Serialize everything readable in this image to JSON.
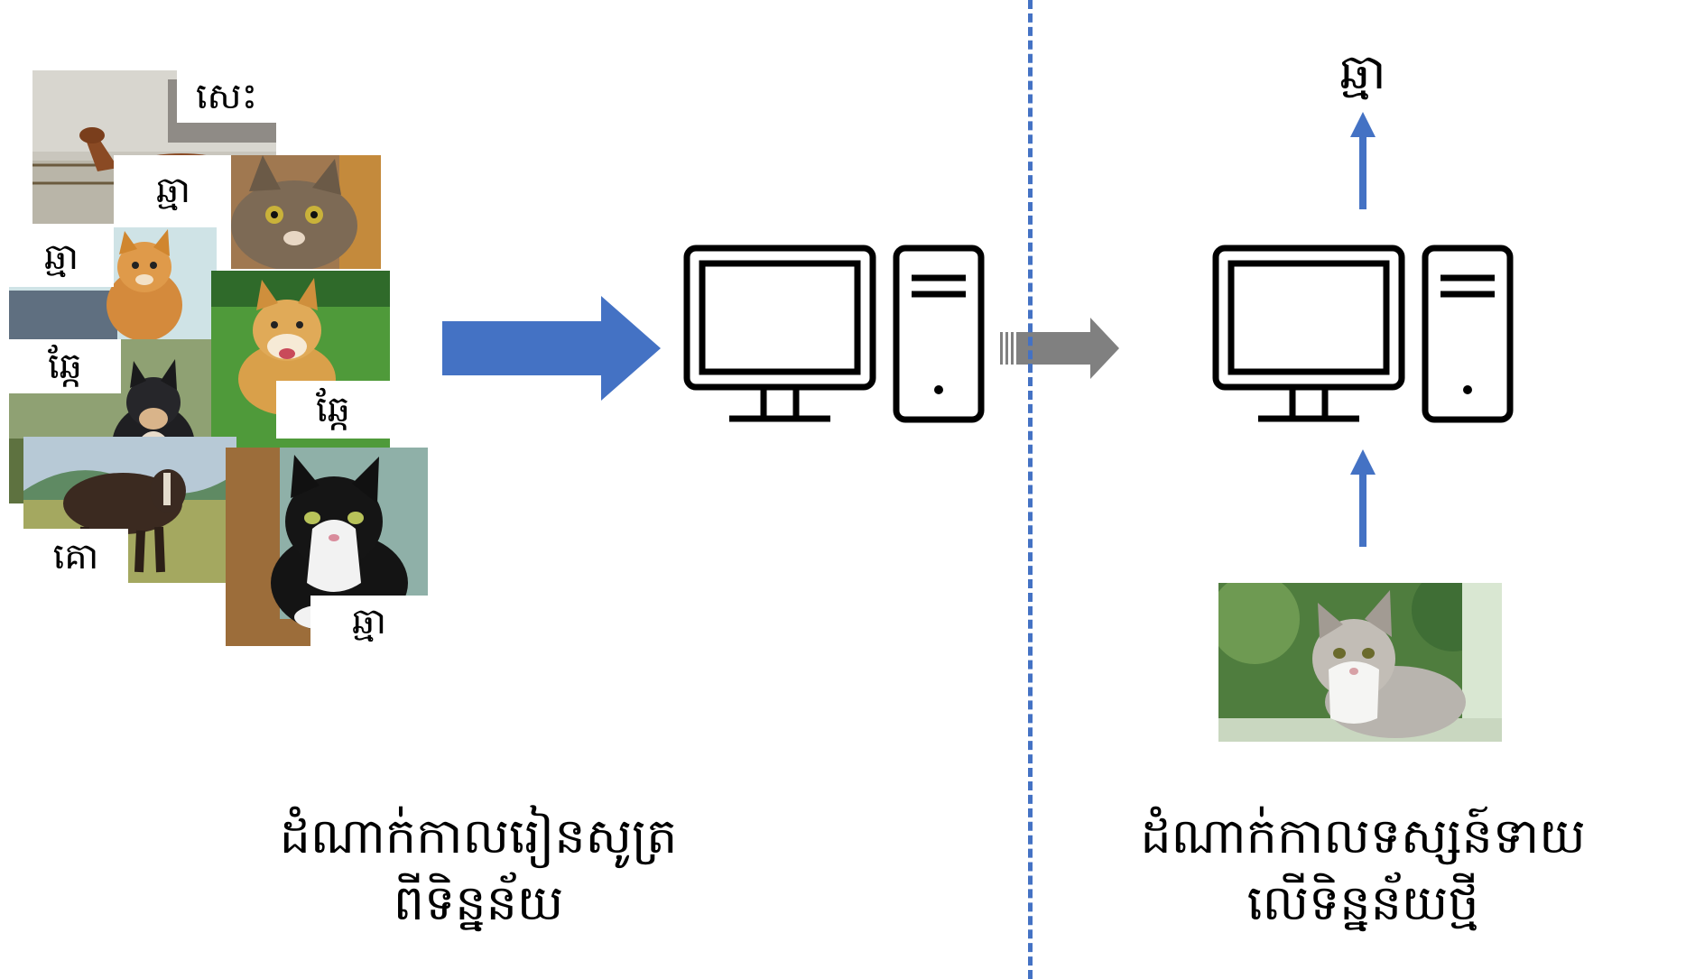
{
  "labels": {
    "horse": "សេះ",
    "cat1": "ឆ្មា",
    "cat2": "ឆ្មា",
    "dog1": "ឆ្កែ",
    "dog2": "ឆ្កែ",
    "cow": "គោ",
    "cat3": "ឆ្មា"
  },
  "output_label": "ឆ្មា",
  "captions": {
    "training_line1": "ដំណាក់កាលរៀនសូត្រ",
    "training_line2": "ពីទិន្នន័យ",
    "prediction_line1": "ដំណាក់កាលទស្សន៍ទាយ",
    "prediction_line2": "លើទិន្នន័យថ្មី"
  },
  "colors": {
    "arrow_blue": "#4472c4",
    "arrow_gray": "#808080",
    "divider": "#4472c4",
    "icon_stroke": "#000000"
  },
  "icons": [
    "computer-monitor-icon",
    "computer-tower-icon",
    "arrow-right-icon",
    "arrow-up-icon"
  ]
}
